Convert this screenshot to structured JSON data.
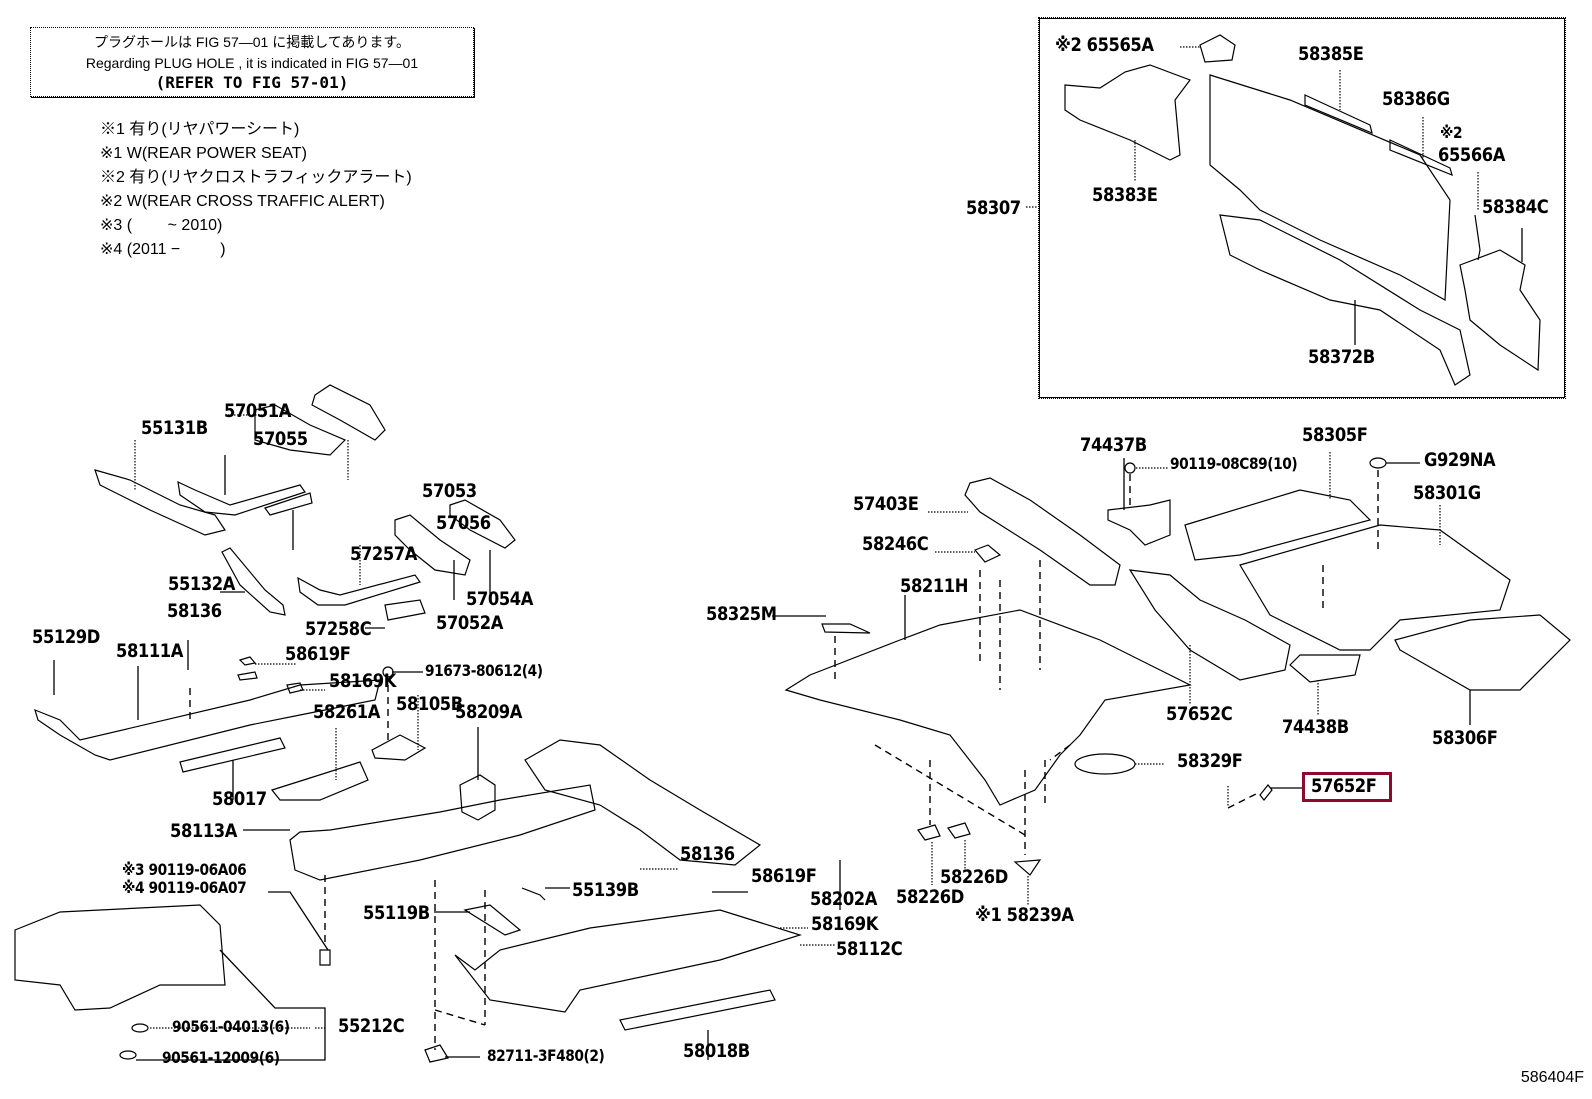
{
  "note": {
    "line_jp": "プラグホールは FIG  57—01 に掲載してあります。",
    "line_en": "Regarding  PLUG  HOLE , it is indicated in FIG  57—01",
    "line_refer": "(REFER TO FIG 57-01)"
  },
  "legend": [
    "※1 有り(リヤパワーシート)",
    "※1 W(REAR POWER SEAT)",
    "※2 有り(リヤクロストラフィックアラート)",
    "※2 W(REAR CROSS TRAFFIC ALERT)",
    "※3 (        ~ 2010)",
    "※4 (2011 −         )"
  ],
  "inset": {
    "assembly_label": "58307",
    "parts": [
      "※2 65565A",
      "58385E",
      "58386G",
      "※2",
      "65566A",
      "58383E",
      "58384C",
      "58372B"
    ]
  },
  "labels": {
    "p57051A": "57051A",
    "p55131B": "55131B",
    "p57055": "57055",
    "p57053": "57053",
    "p57257A": "57257A",
    "p57056": "57056",
    "p55132A": "55132A",
    "p58136a": "58136",
    "p57258C": "57258C",
    "p57054A": "57054A",
    "p57052A": "57052A",
    "p55129D": "55129D",
    "p58111A": "58111A",
    "p58619Fa": "58619F",
    "p58169Ka": "58169K",
    "p91673": "91673-80612(4)",
    "p58105B": "58105B",
    "p58261A": "58261A",
    "p58209A": "58209A",
    "p58017": "58017",
    "p58113A": "58113A",
    "p90119a": "※3 90119-06A06",
    "p90119b": "※4 90119-06A07",
    "p55119B": "55119B",
    "p58136b": "58136",
    "p55139B": "55139B",
    "p58619Fb": "58619F",
    "p58202A": "58202A",
    "p58169Kb": "58169K",
    "p58112C": "58112C",
    "p90561a": "90561-04013(6)",
    "p90561b": "90561-12009(6)",
    "p55212C": "55212C",
    "p82711": "82711-3F480(2)",
    "p58018B": "58018B",
    "p57403E": "57403E",
    "p58246C": "58246C",
    "p58211H": "58211H",
    "p58325M": "58325M",
    "p74437B": "74437B",
    "p90119c": "90119-08C89(10)",
    "p58305F": "58305F",
    "pG929NA": "G929NA",
    "p58301G": "58301G",
    "p57652C": "57652C",
    "p74438B": "74438B",
    "p58306F": "58306F",
    "p58329F": "58329F",
    "p57652F": "57652F",
    "p58226Da": "58226D",
    "p58226Db": "58226D",
    "p58239A": "※1 58239A"
  },
  "highlighted_part": "57652F",
  "highlight_color": "#8b0a2e",
  "figure_number": "586404F"
}
